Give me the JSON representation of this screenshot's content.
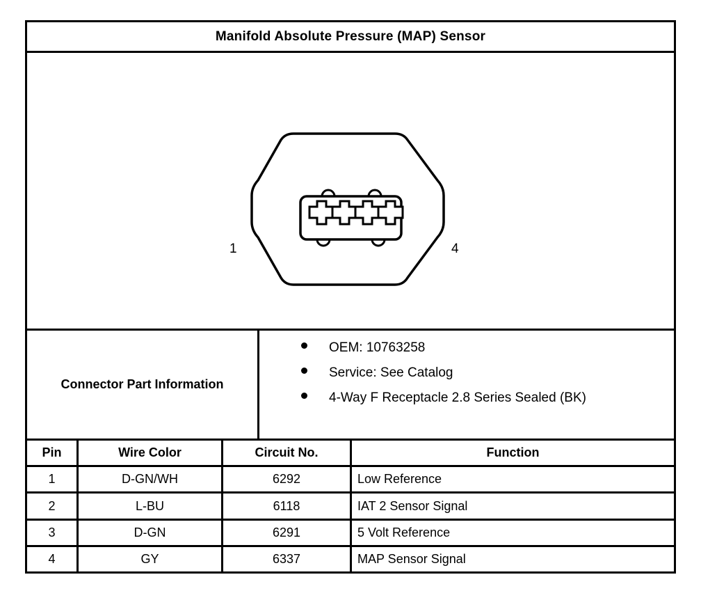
{
  "document": {
    "title": "Manifold Absolute Pressure (MAP) Sensor"
  },
  "diagram": {
    "name": "connector-face-view",
    "left_pin_label": "1",
    "right_pin_label": "4",
    "cavity_count": 4,
    "shape": "octagonal-connector-body-with-rounded-inner-housing",
    "line_color": "#000000",
    "fill_color": "#ffffff"
  },
  "part_information": {
    "label": "Connector Part Information",
    "bullets": [
      "OEM: 10763258",
      "Service: See Catalog",
      "4-Way F Receptacle 2.8 Series Sealed (BK)"
    ]
  },
  "pin_table": {
    "headers": {
      "pin": "Pin",
      "wire_color": "Wire Color",
      "circuit_no": "Circuit No.",
      "function": "Function"
    },
    "rows": [
      {
        "pin": "1",
        "wire_color": "D-GN/WH",
        "circuit_no": "6292",
        "function": "Low Reference"
      },
      {
        "pin": "2",
        "wire_color": "L-BU",
        "circuit_no": "6118",
        "function": "IAT 2 Sensor Signal"
      },
      {
        "pin": "3",
        "wire_color": "D-GN",
        "circuit_no": "6291",
        "function": "5 Volt Reference"
      },
      {
        "pin": "4",
        "wire_color": "GY",
        "circuit_no": "6337",
        "function": "MAP Sensor Signal"
      }
    ]
  }
}
